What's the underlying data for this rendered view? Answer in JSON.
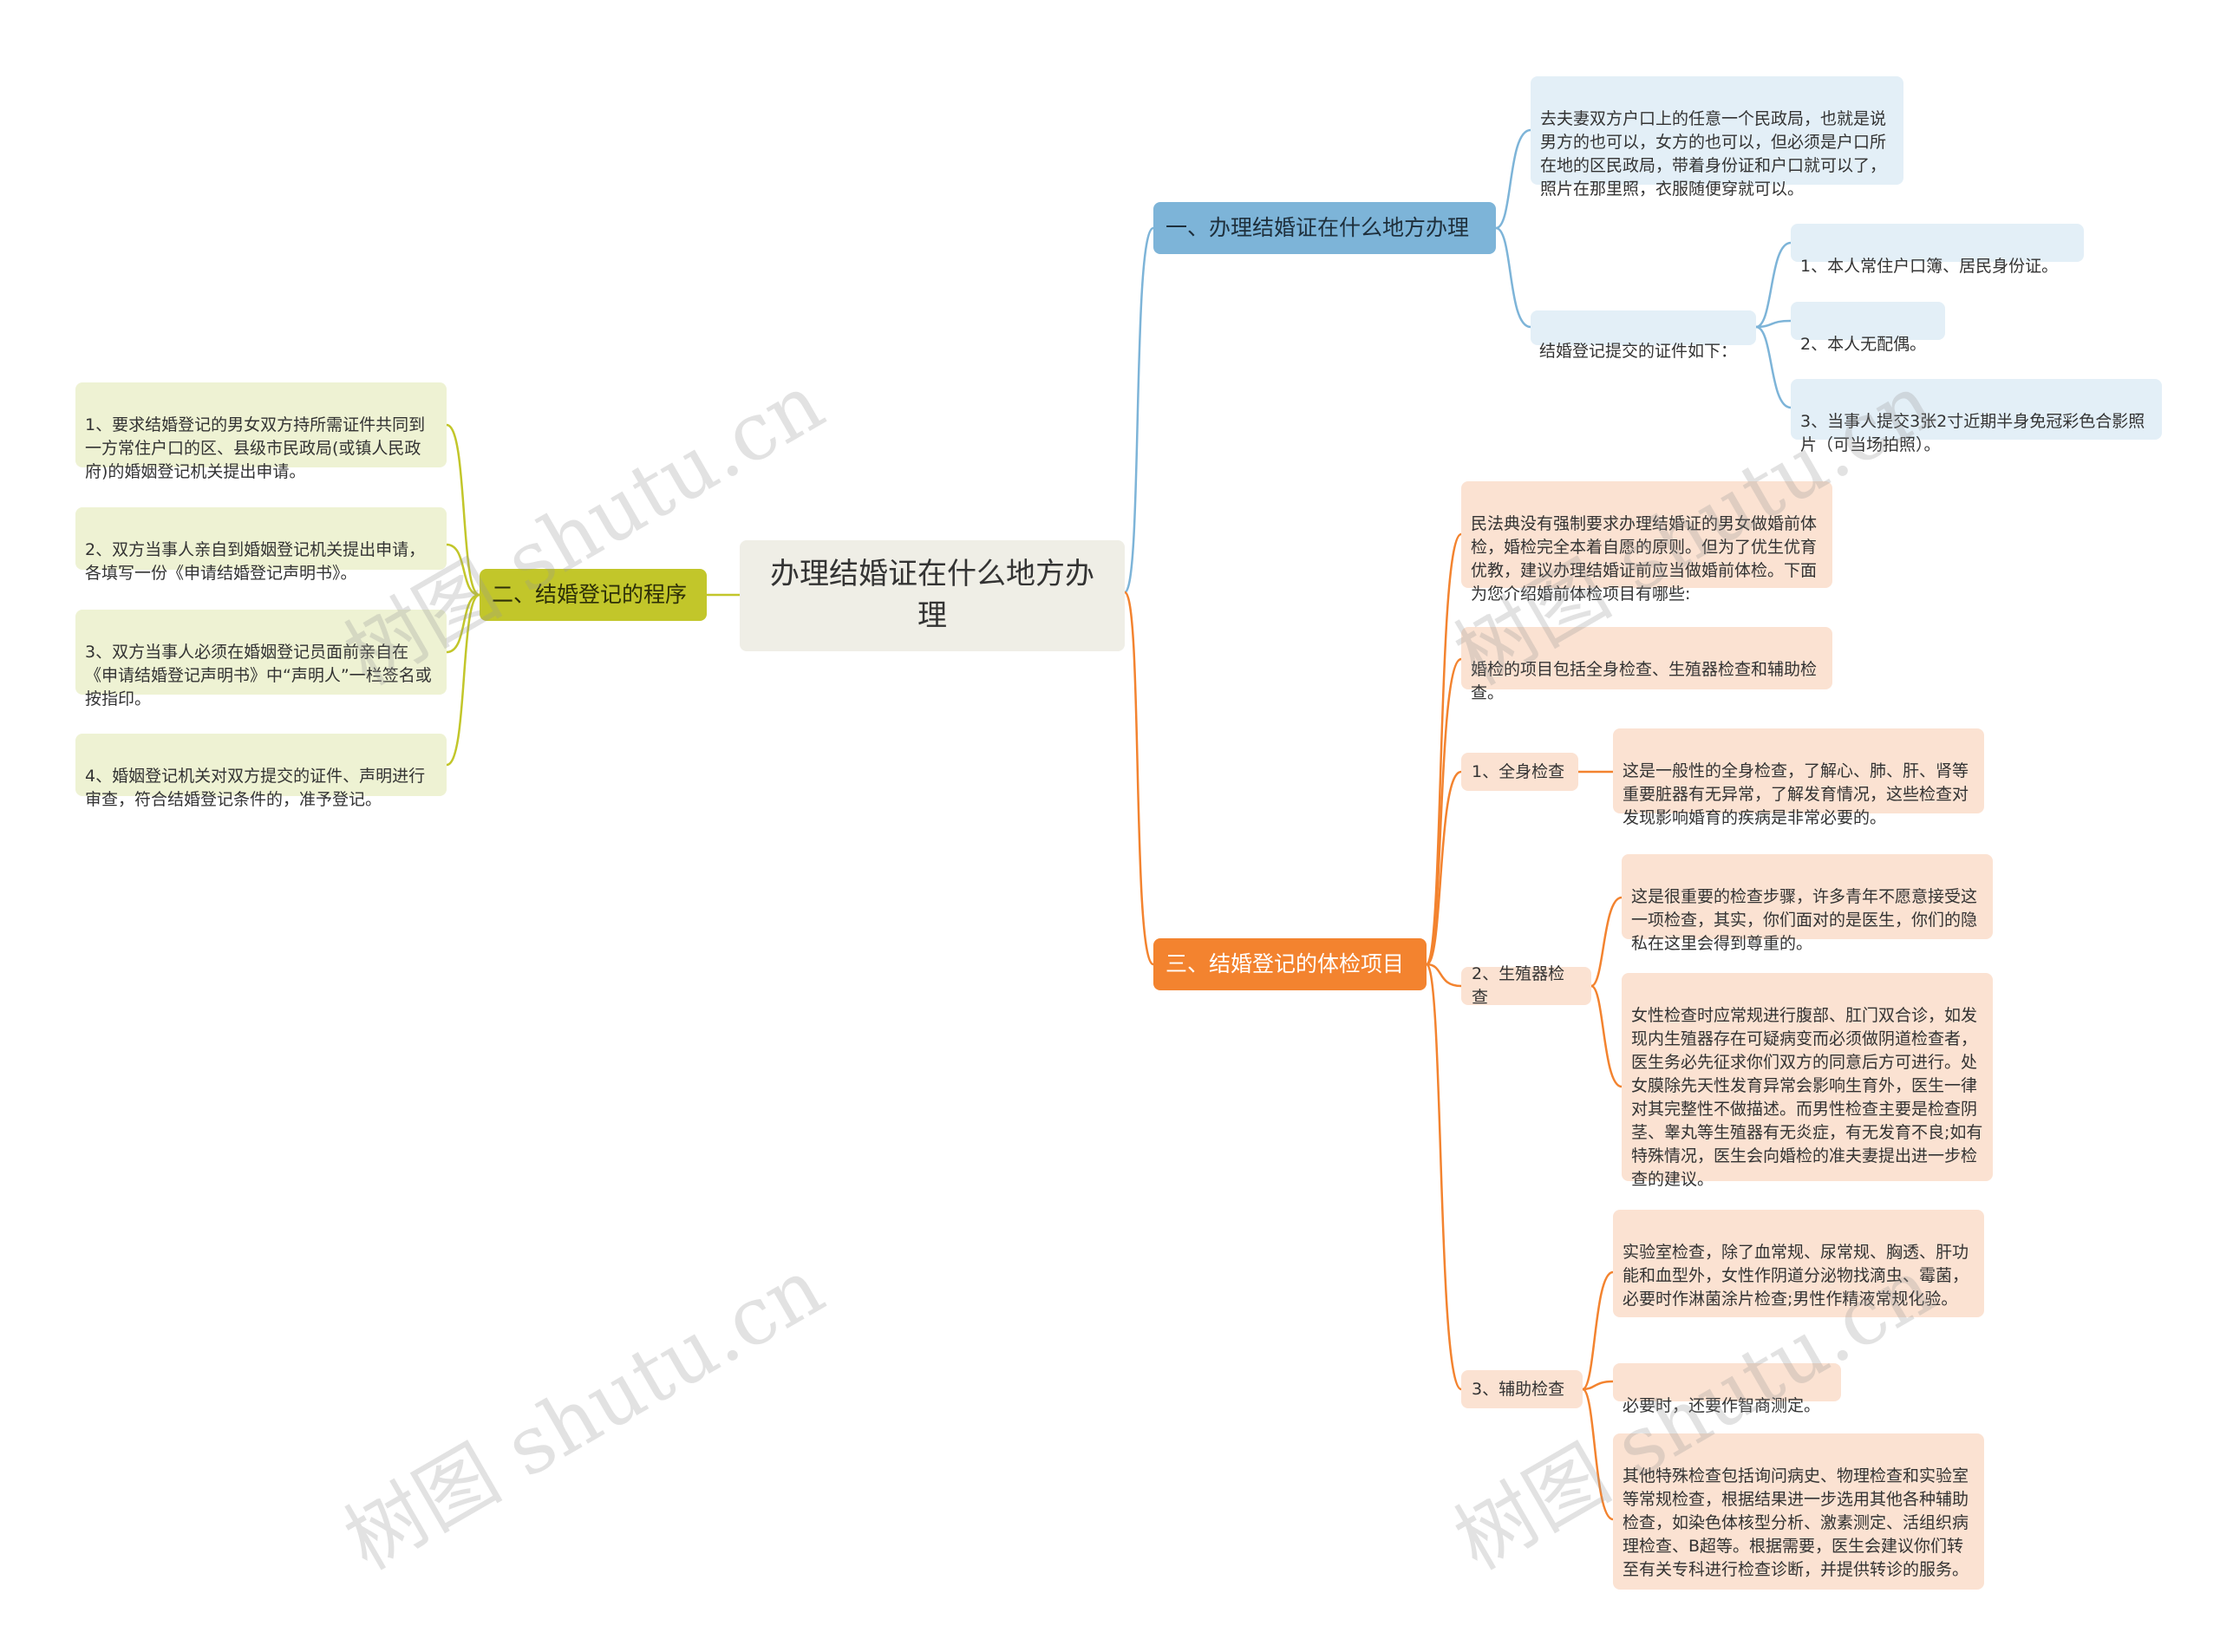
{
  "root": {
    "title": "办理结婚证在什么地方办理"
  },
  "branch1": {
    "title": "一、办理结婚证在什么地方办理",
    "place": "去夫妻双方户口上的任意一个民政局，也就是说男方的也可以，女方的也可以，但必须是户口所在地的区民政局，带着身份证和户口就可以了，照片在那里照，衣服随便穿就可以。",
    "docs_label": "结婚登记提交的证件如下：",
    "docs": [
      "1、本人常住户口簿、居民身份证。",
      "2、本人无配偶。",
      "3、当事人提交3张2寸近期半身免冠彩色合影照片（可当场拍照）。"
    ]
  },
  "branch2": {
    "title": "二、结婚登记的程序",
    "steps": [
      "1、要求结婚登记的男女双方持所需证件共同到一方常住户口的区、县级市民政局(或镇人民政府)的婚姻登记机关提出申请。",
      "2、双方当事人亲自到婚姻登记机关提出申请，各填写一份《申请结婚登记声明书》。",
      "3、双方当事人必须在婚姻登记员面前亲自在《申请结婚登记声明书》中“声明人”一栏签名或按指印。",
      "4、婚姻登记机关对双方提交的证件、声明进行审查，符合结婚登记条件的，准予登记。"
    ]
  },
  "branch3": {
    "title": "三、结婚登记的体检项目",
    "intro": "民法典没有强制要求办理结婚证的男女做婚前体检，婚检完全本着自愿的原则。但为了优生优育优教，建议办理结婚证前应当做婚前体检。下面为您介绍婚前体检项目有哪些:",
    "items_intro": "婚检的项目包括全身检查、生殖器检查和辅助检查。",
    "sections": [
      {
        "label": "1、全身检查",
        "notes": [
          "这是一般性的全身检查，了解心、肺、肝、肾等重要脏器有无异常，了解发育情况，这些检查对发现影响婚育的疾病是非常必要的。"
        ]
      },
      {
        "label": "2、生殖器检查",
        "notes": [
          "这是很重要的检查步骤，许多青年不愿意接受这一项检查，其实，你们面对的是医生，你们的隐私在这里会得到尊重的。",
          "女性检查时应常规进行腹部、肛门双合诊，如发现内生殖器存在可疑病变而必须做阴道检查者，医生务必先征求你们双方的同意后方可进行。处女膜除先天性发育异常会影响生育外，医生一律对其完整性不做描述。而男性检查主要是检查阴茎、睾丸等生殖器有无炎症，有无发育不良;如有特殊情况，医生会向婚检的准夫妻提出进一步检查的建议。"
        ]
      },
      {
        "label": "3、辅助检查",
        "notes": [
          "实验室检查，除了血常规、尿常规、胸透、肝功能和血型外，女性作阴道分泌物找滴虫、霉菌，必要时作淋菌涂片检查;男性作精液常规化验。",
          "必要时，还要作智商测定。",
          "其他特殊检查包括询问病史、物理检查和实验室等常规检查，根据结果进一步选用其他各种辅助检查，如染色体核型分析、激素测定、活组织病理检查、B超等。根据需要，医生会建议你们转至有关专科进行检查诊断，并提供转诊的服务。"
        ]
      }
    ]
  },
  "watermark": "树图 shutu.cn",
  "colors": {
    "blue": "#7db4d8",
    "olive": "#c2c62a",
    "orange": "#f3832f"
  }
}
